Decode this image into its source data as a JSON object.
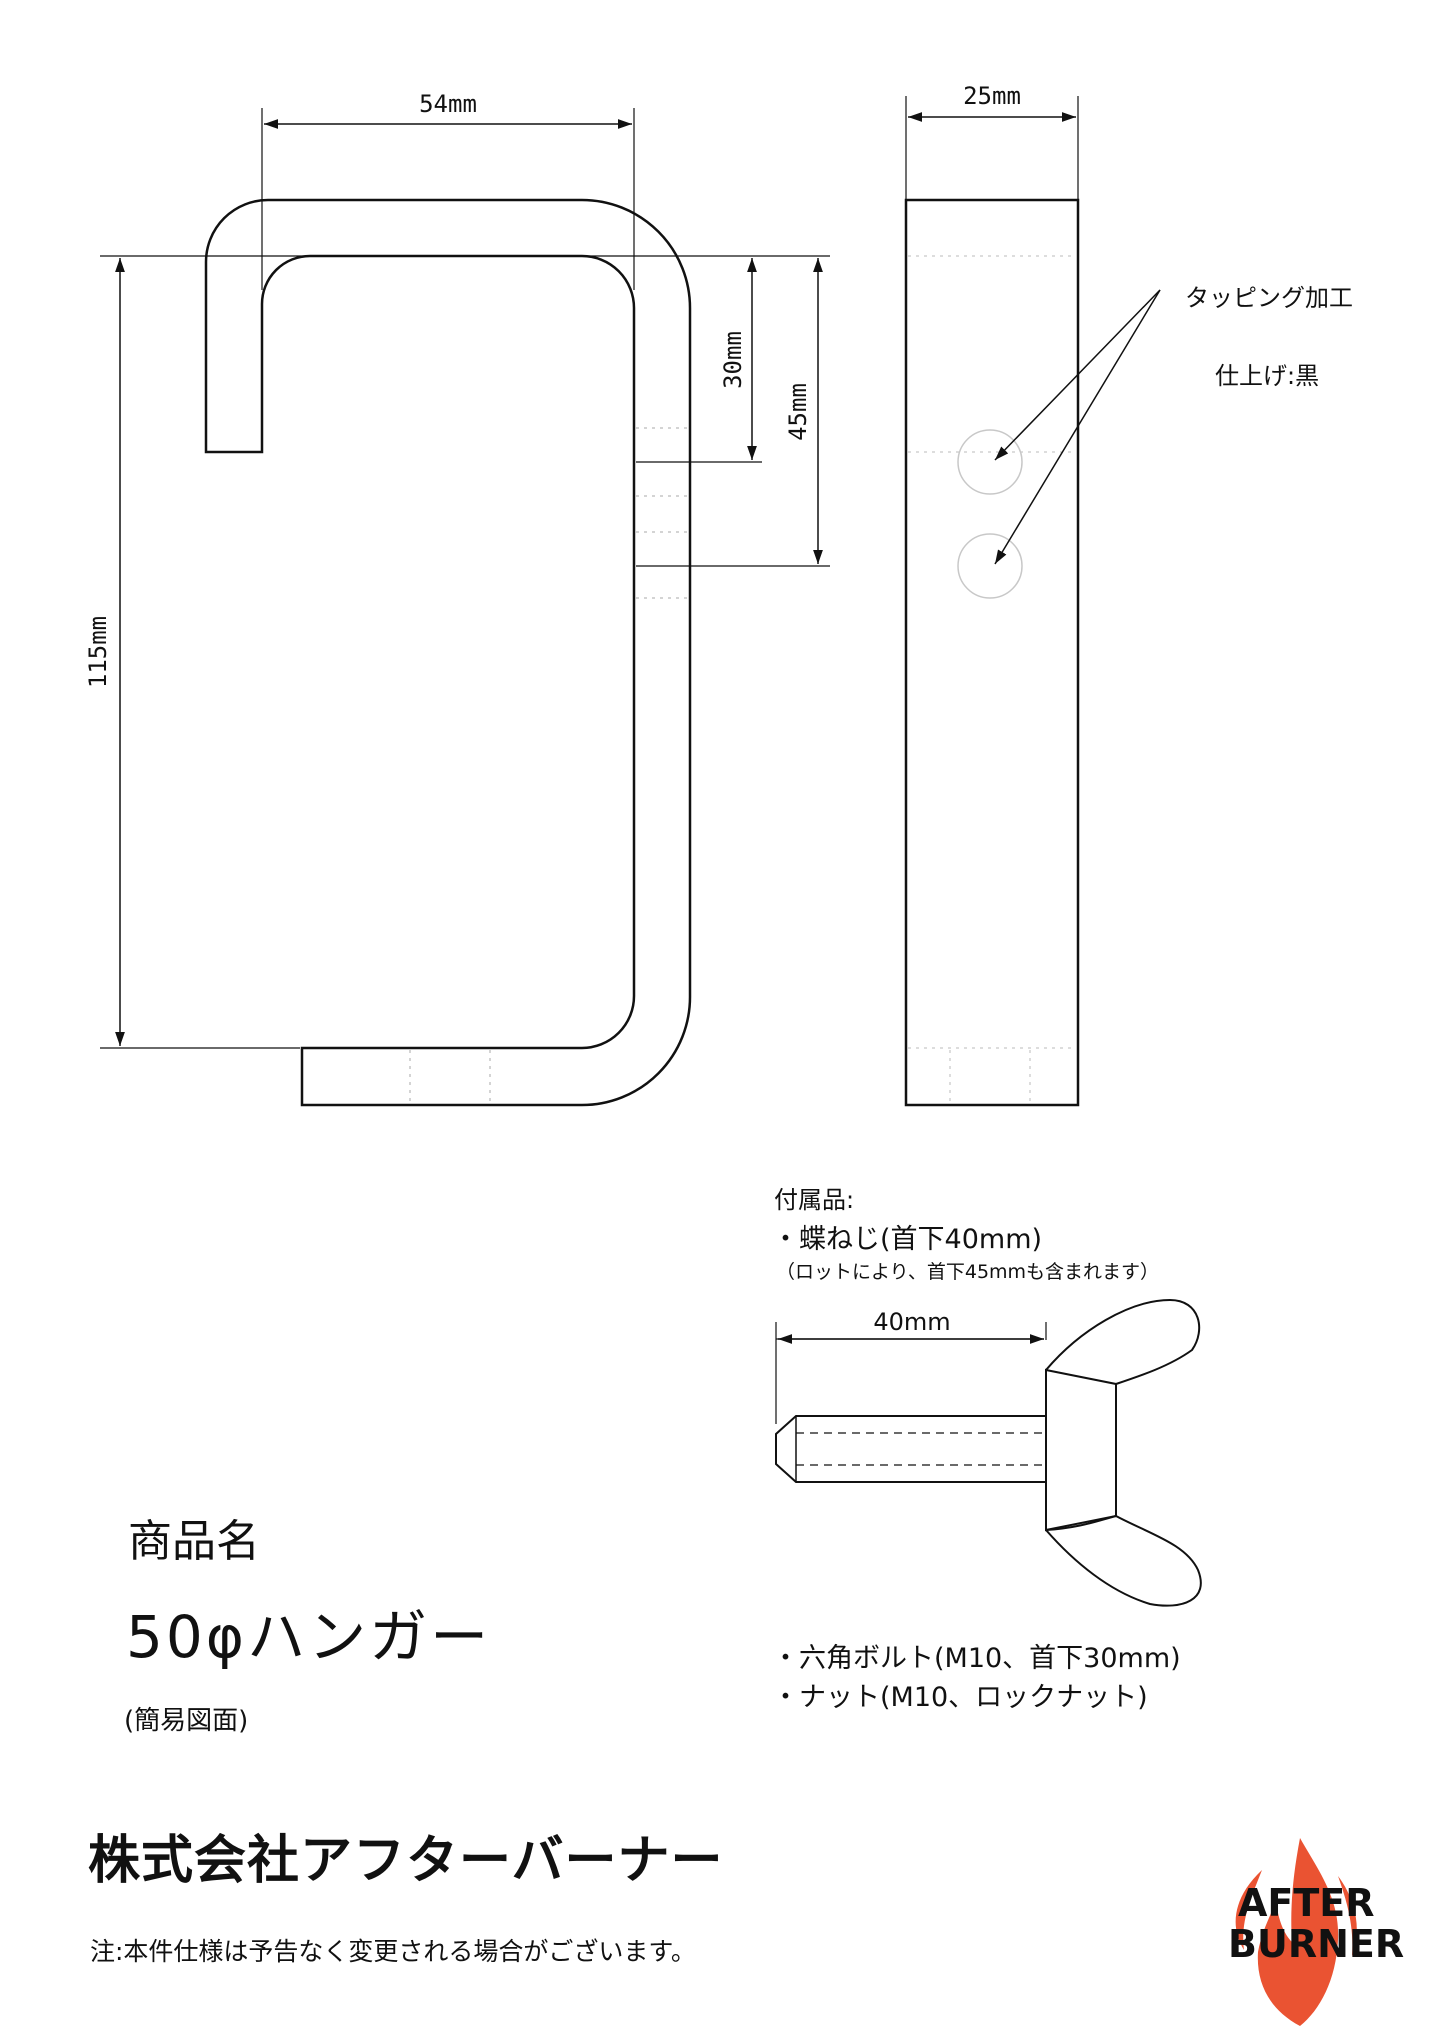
{
  "dimensions": {
    "hook_width": "54mm",
    "side_width": "25mm",
    "hole_pitch_1": "30mm",
    "hole_pitch_2": "45mm",
    "hook_height": "115mm",
    "bolt_length": "40mm"
  },
  "side_view_notes": {
    "tapping": "タッピング加工",
    "finish": "仕上げ:黒"
  },
  "accessories": {
    "heading": "付属品:",
    "item_1": "・蝶ねじ(首下40mm)",
    "item_1_note": "（ロットにより、首下45mmも含まれます）",
    "item_2": "・六角ボルト(M10、首下30mm)",
    "item_3": "・ナット(M10、ロックナット)"
  },
  "product": {
    "label": "商品名",
    "name": "50φハンガー",
    "drawing_type": "(簡易図面)"
  },
  "company": "株式会社アフターバーナー",
  "disclaimer": "注:本件仕様は予告なく変更される場合がございます。",
  "logo": {
    "line_1": "AFTER",
    "line_2": "BURNER",
    "flame_color": "#e8401c"
  }
}
